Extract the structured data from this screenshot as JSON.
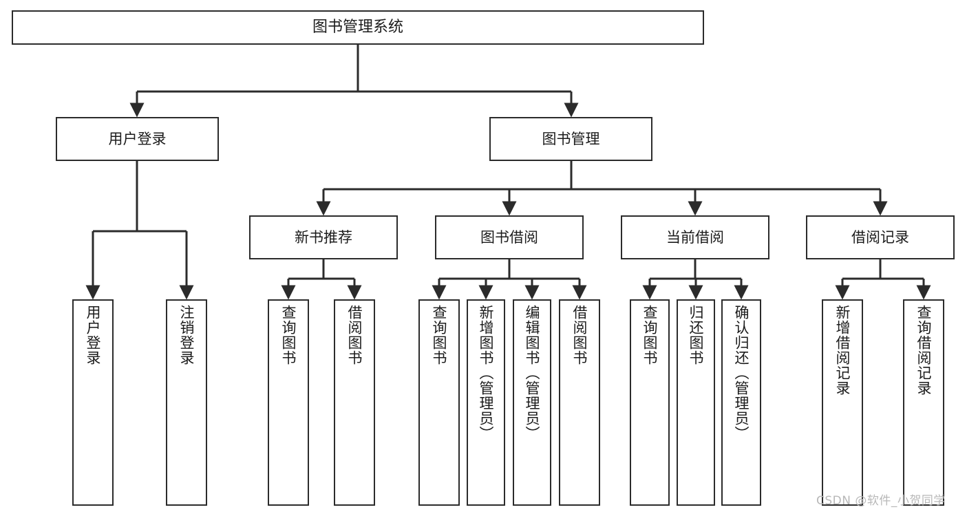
{
  "diagram": {
    "title": "图书管理系统",
    "type": "tree-hierarchy",
    "root": {
      "label": "图书管理系统"
    },
    "level2": [
      {
        "label": "用户登录"
      },
      {
        "label": "图书管理"
      }
    ],
    "level3": [
      {
        "label": "新书推荐"
      },
      {
        "label": "图书借阅"
      },
      {
        "label": "当前借阅"
      },
      {
        "label": "借阅记录"
      }
    ],
    "leaves": {
      "user_login": [
        {
          "label": "用户登录"
        },
        {
          "label": "注销登录"
        }
      ],
      "new_book_recommend": [
        {
          "label": "查询图书"
        },
        {
          "label": "借阅图书"
        }
      ],
      "book_borrow": [
        {
          "label": "查询图书"
        },
        {
          "label": "新增图书（管理员）"
        },
        {
          "label": "编辑图书（管理员）"
        },
        {
          "label": "借阅图书"
        }
      ],
      "current_borrow": [
        {
          "label": "查询图书"
        },
        {
          "label": "归还图书"
        },
        {
          "label": "确认归还（管理员）"
        }
      ],
      "borrow_record": [
        {
          "label": "新增借阅记录"
        },
        {
          "label": "查询借阅记录"
        }
      ]
    }
  },
  "watermark": {
    "text": "CSDN @软件_小贺同学"
  },
  "colors": {
    "stroke": "#2b2b2b",
    "fill": "#ffffff",
    "text": "#1b1b1b",
    "watermark": "#b8b8b8"
  }
}
